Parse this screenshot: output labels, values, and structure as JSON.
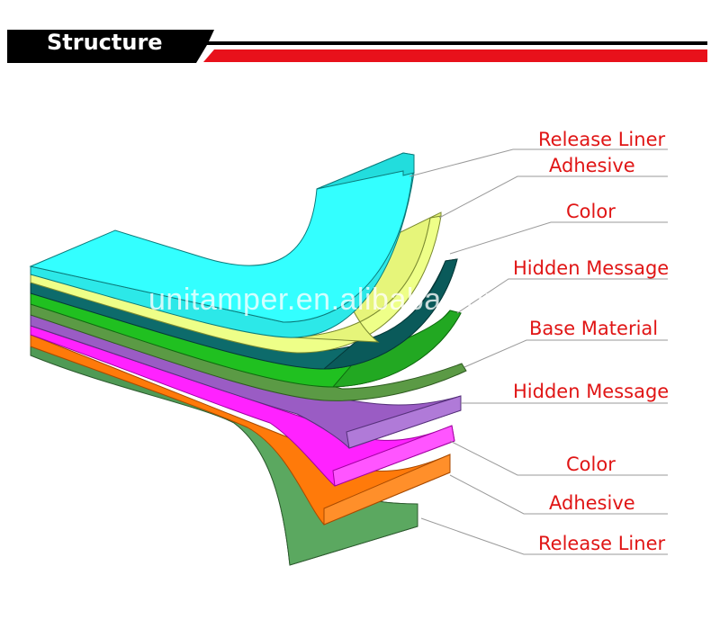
{
  "header": {
    "title": "Structure"
  },
  "watermark": "unitamper.en.alibaba.com",
  "labels": [
    "Release Liner",
    "Adhesive",
    "Color",
    "Hidden Message",
    "Base Material",
    "Hidden Message",
    "Color",
    "Adhesive",
    "Release Liner"
  ],
  "colors": {
    "label_text": "#e01515",
    "header_band": "#000000",
    "accent_red": "#e8111b",
    "layer_cyan": "#33ffff",
    "layer_yellow": "#eeff88",
    "layer_teal": "#0d6b6b",
    "layer_green": "#20c020",
    "layer_olive_green": "#5b9a45",
    "layer_purple": "#9a5cc4",
    "layer_magenta": "#ff22ff",
    "layer_orange": "#ff7a0a",
    "layer_dark_green": "#4f9a55"
  }
}
